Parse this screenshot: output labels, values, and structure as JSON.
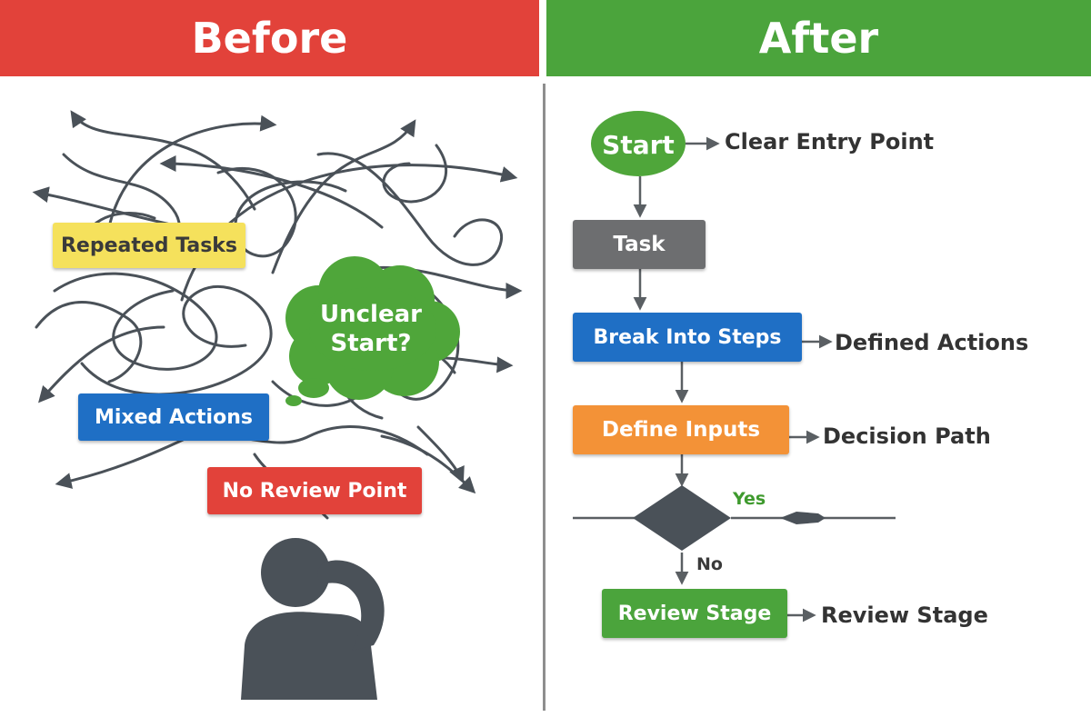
{
  "headers": {
    "before": "Before",
    "after": "After"
  },
  "before": {
    "repeated_tasks": "Repeated Tasks",
    "unclear_start_line1": "Unclear",
    "unclear_start_line2": "Start?",
    "mixed_actions": "Mixed Actions",
    "no_review_point": "No Review Point"
  },
  "after": {
    "start": "Start",
    "clear_entry_point": "Clear Entry Point",
    "task": "Task",
    "break_into_steps": "Break Into Steps",
    "defined_actions": "Defined Actions",
    "define_inputs": "Define Inputs",
    "decision_path": "Decision Path",
    "yes": "Yes",
    "no": "No",
    "review_stage_box": "Review Stage",
    "review_stage_label": "Review Stage"
  },
  "colors": {
    "red": "#e2423a",
    "green": "#4ba43c",
    "yellow": "#f5e15c",
    "blue": "#1f6fc5",
    "orange": "#f39237",
    "gray": "#6d6e70",
    "dark": "#4a5158"
  }
}
